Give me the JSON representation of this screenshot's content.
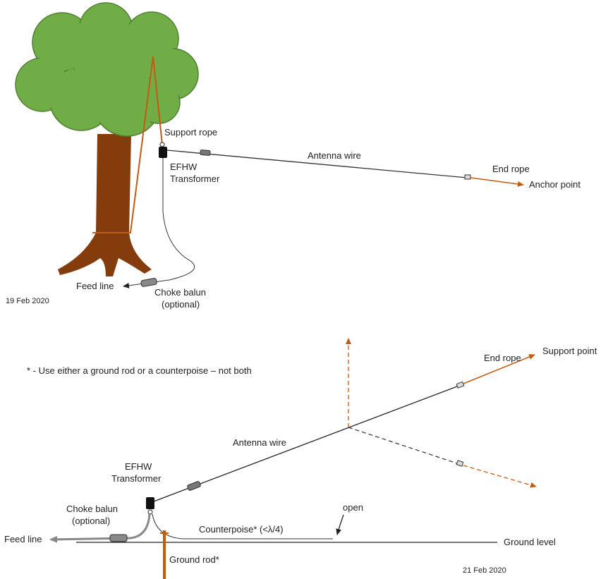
{
  "top_diagram": {
    "support_rope": "Support rope",
    "transformer_line1": "EFHW",
    "transformer_line2": "Transformer",
    "antenna_wire": "Antenna wire",
    "end_rope": "End rope",
    "anchor_point": "Anchor point",
    "feed_line": "Feed line",
    "choke_balun": "Choke balun",
    "choke_optional": "(optional)",
    "date": "19 Feb 2020"
  },
  "bottom_diagram": {
    "note": "* - Use either a ground rod or a counterpoise – not both",
    "end_rope": "End rope",
    "support_point": "Support point",
    "antenna_wire": "Antenna wire",
    "transformer_line1": "EFHW",
    "transformer_line2": "Transformer",
    "choke_balun": "Choke balun",
    "choke_optional": "(optional)",
    "open": "open",
    "counterpoise": "Counterpoise* (<λ/4)",
    "feed_line": "Feed line",
    "ground_level": "Ground level",
    "ground_rod": "Ground rod*",
    "date": "21 Feb 2020"
  },
  "colors": {
    "rope": "#c55a11",
    "tree_foliage": "#70ad47",
    "tree_foliage_edge": "#507e32",
    "tree_trunk": "#843c0c",
    "wire": "#333333",
    "feed_line": "#888888"
  }
}
